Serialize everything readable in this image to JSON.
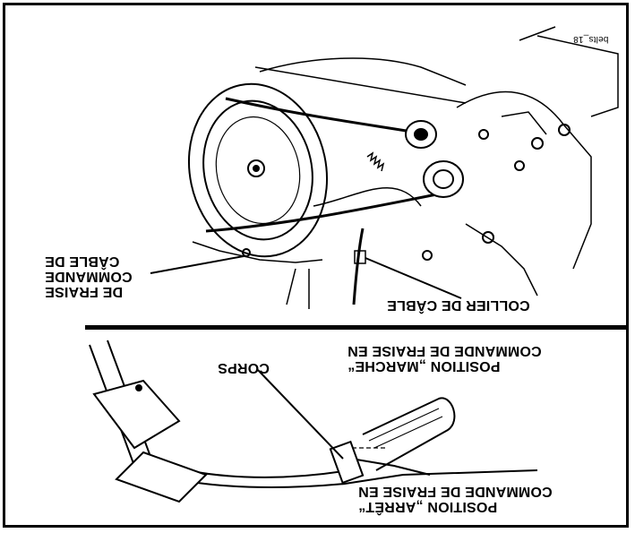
{
  "figure_id": "belts_18",
  "orientation": "rotated 180°",
  "labels": {
    "belts_ref": "belts_18",
    "collier_cable": "COLLIER DE CÂBLE",
    "cable_commande": [
      "CÂBLE DE",
      "COMMANDE",
      "DE FRAISE"
    ],
    "commande_marche": [
      "COMMANDE DE FRAISE  EN",
      "POSITION „MARCHE“"
    ],
    "corps": "CORPS",
    "commande_arret": [
      "COMMANDE DE FRAISE EN",
      "POSITION „ARRÊT“"
    ]
  }
}
